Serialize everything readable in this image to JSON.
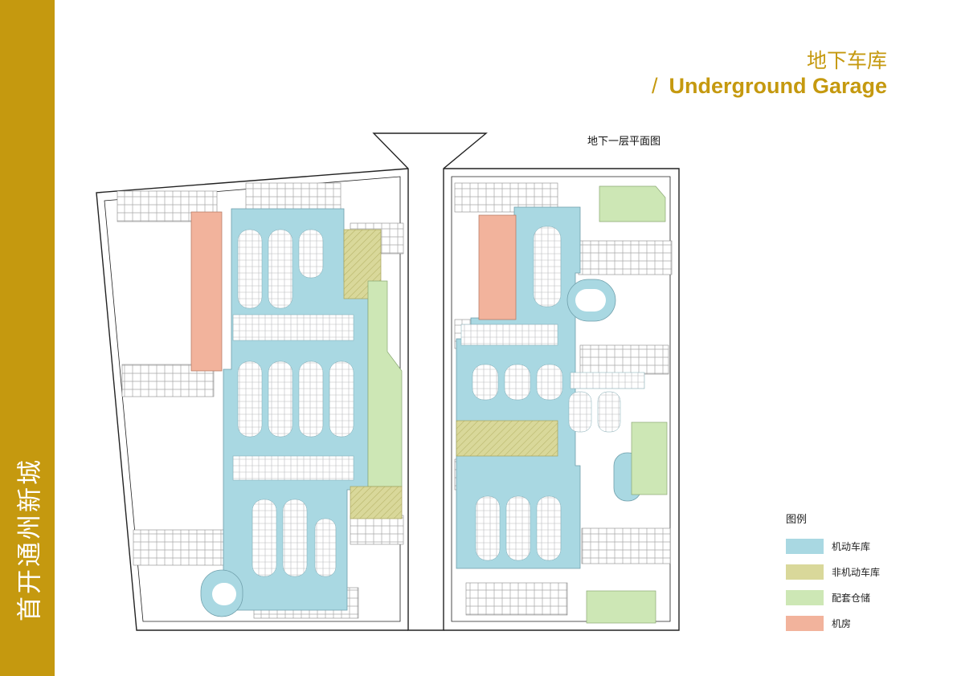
{
  "sidebar": {
    "title": "首开通州新城"
  },
  "header": {
    "title_cn": "地下车库",
    "slash": "/",
    "title_en": "Underground Garage"
  },
  "plan": {
    "title": "地下一层平面图"
  },
  "legend": {
    "title": "图例",
    "items": [
      {
        "label": "机动车库",
        "color": "#a9d8e2"
      },
      {
        "label": "非机动车库",
        "color": "#d9d89a"
      },
      {
        "label": "配套仓储",
        "color": "#cde7b5"
      },
      {
        "label": "机房",
        "color": "#f2b39c"
      }
    ]
  },
  "colors": {
    "brand": "#c5990f"
  }
}
